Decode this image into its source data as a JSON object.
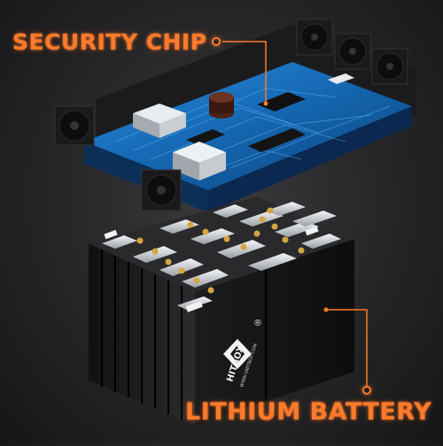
{
  "callouts": {
    "chip": "SECURITY CHIP",
    "battery": "LITHIUM BATTERY"
  },
  "branding": {
    "logo_text": "HITBOX",
    "logo_url": "WWW.UNITBOX.COM",
    "registered_mark": "®"
  },
  "colors": {
    "accent": "#ff7a2a",
    "background": "#252527",
    "pcb": "#1e7fd0",
    "battery_cell": "#1a1a1c",
    "terminal": "#c8ccd0"
  }
}
